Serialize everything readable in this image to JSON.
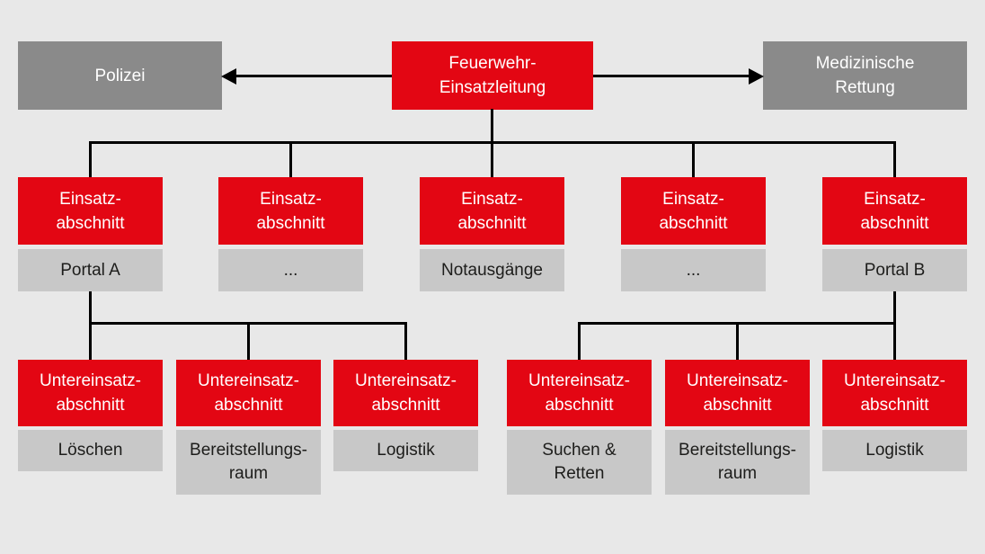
{
  "diagram": {
    "type": "organization-chart",
    "language": "de",
    "topic": "Feuerwehr Einsatzorganisation"
  },
  "colors": {
    "node_red": "#e30613",
    "node_dark_gray": "#8a8a8a",
    "node_light_gray": "#c8c8c8",
    "background": "#e8e8e8",
    "connector": "#000000",
    "text_on_red": "#ffffff",
    "text_on_light_gray": "#1d1d1b"
  },
  "top": {
    "police": "Polizei",
    "command": "Feuerwehr-\nEinsatzleitung",
    "medical": "Medizinische\nRettung"
  },
  "sections": [
    {
      "title": "Einsatz-\nabschnitt",
      "label": "Portal A"
    },
    {
      "title": "Einsatz-\nabschnitt",
      "label": "..."
    },
    {
      "title": "Einsatz-\nabschnitt",
      "label": "Notausgänge"
    },
    {
      "title": "Einsatz-\nabschnitt",
      "label": "..."
    },
    {
      "title": "Einsatz-\nabschnitt",
      "label": "Portal B"
    }
  ],
  "subsections": [
    {
      "title": "Untereinsatz-\nabschnitt",
      "label": "Löschen"
    },
    {
      "title": "Untereinsatz-\nabschnitt",
      "label": "Bereitstellungs-\nraum"
    },
    {
      "title": "Untereinsatz-\nabschnitt",
      "label": "Logistik"
    },
    {
      "title": "Untereinsatz-\nabschnitt",
      "label": "Suchen &\nRetten"
    },
    {
      "title": "Untereinsatz-\nabschnitt",
      "label": "Bereitstellungs-\nraum"
    },
    {
      "title": "Untereinsatz-\nabschnitt",
      "label": "Logistik"
    }
  ]
}
